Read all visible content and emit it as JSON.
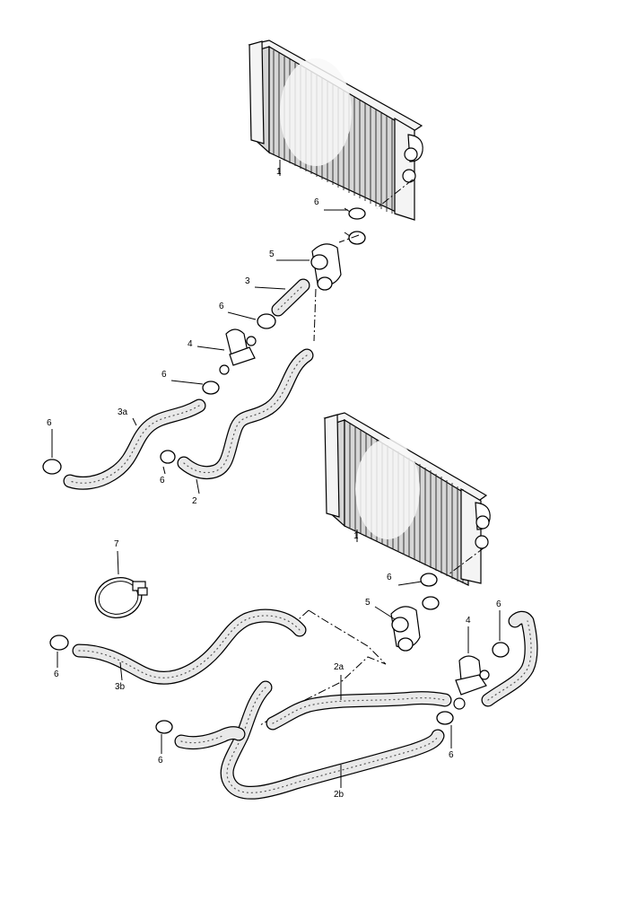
{
  "callouts": {
    "top_radiator": "1",
    "top_clamp_upper": "6",
    "top_connector": "5",
    "top_pipe": "3",
    "top_clamp_mid": "6",
    "top_thermostat": "4",
    "top_clamp_lower": "6",
    "top_hose_3a": "3a",
    "top_clamp_left": "6",
    "top_clamp_center": "6",
    "top_hose_2": "2",
    "bottom_radiator": "1",
    "bottom_clamp_upper": "6",
    "bottom_connector": "5",
    "band_clamp": "7",
    "bottom_thermostat": "4",
    "bottom_clamp_right": "6",
    "bottom_clamp_left": "6",
    "bottom_hose_3b": "3b",
    "bottom_hose_2a": "2a",
    "bottom_clamp_lower_left": "6",
    "bottom_clamp_lower_right": "6",
    "bottom_hose_2b": "2b"
  }
}
